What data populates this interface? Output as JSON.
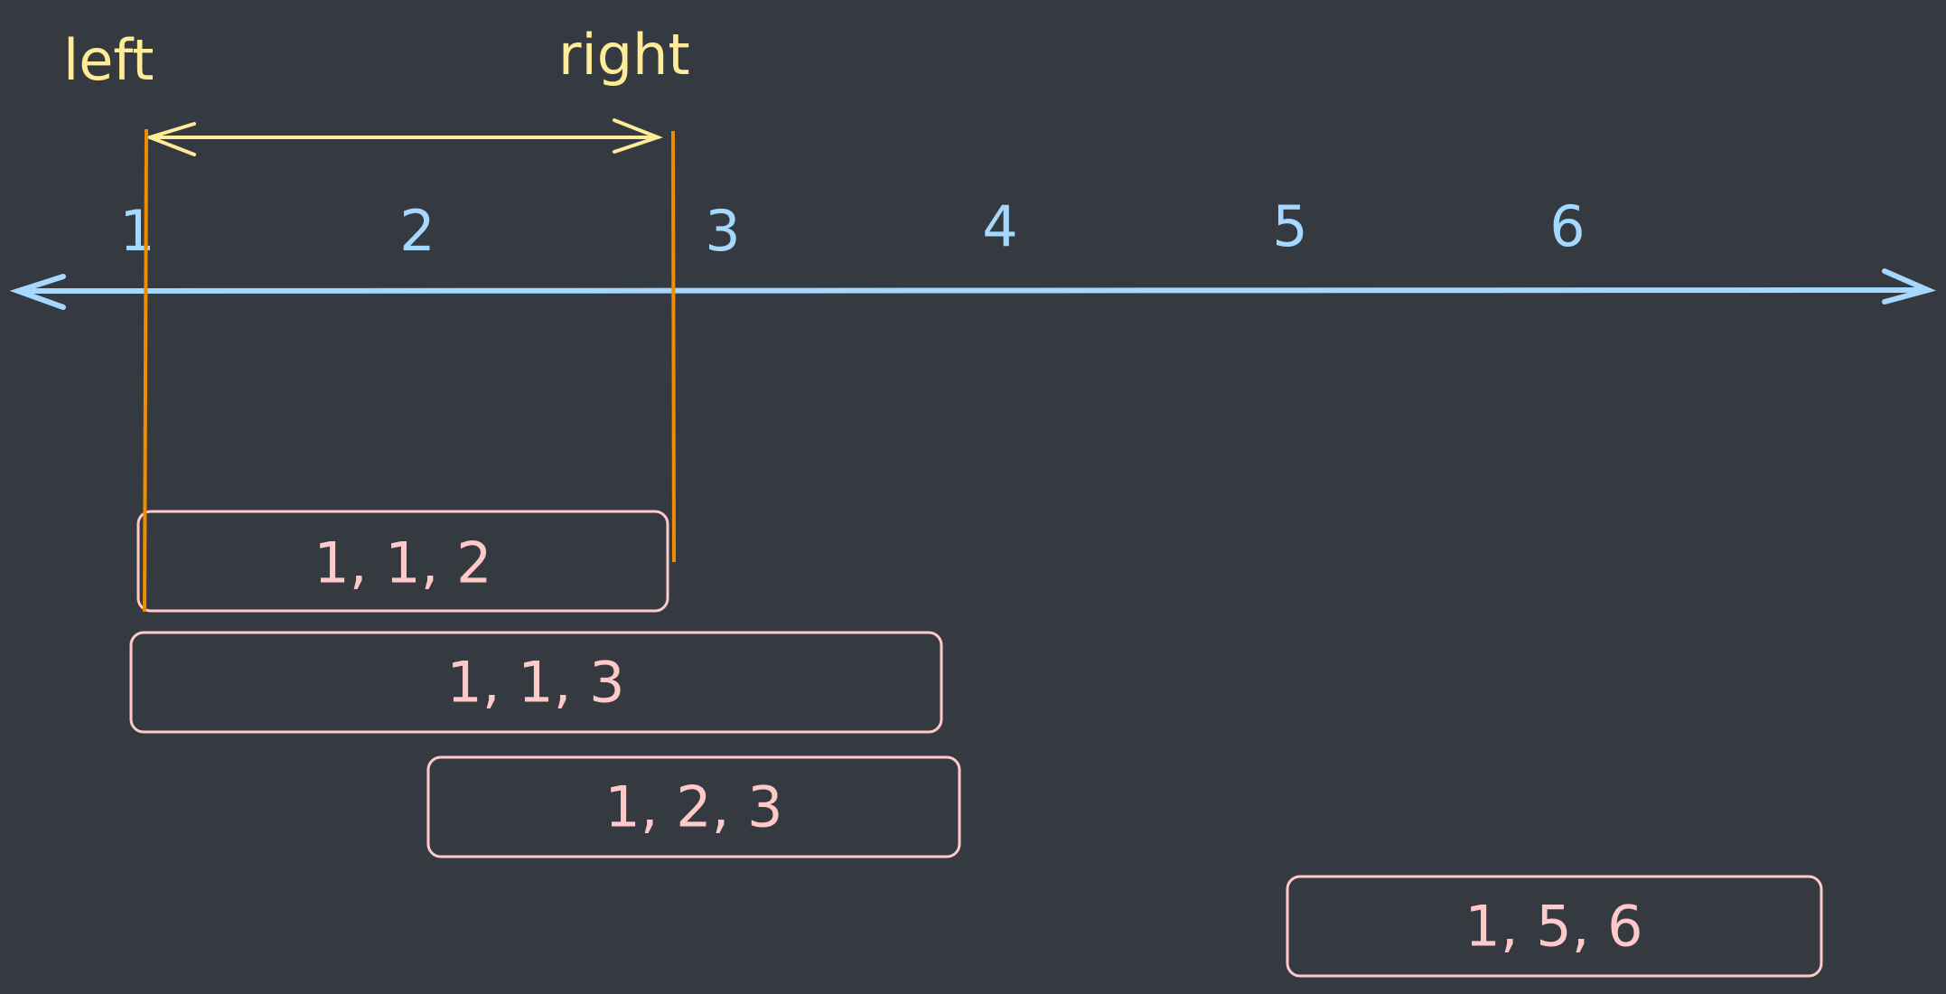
{
  "labels": {
    "left": "left",
    "right": "right"
  },
  "axis": {
    "ticks": [
      "1",
      "2",
      "3",
      "4",
      "5",
      "6"
    ]
  },
  "intervals": [
    {
      "label": "1, 1, 2"
    },
    {
      "label": "1, 1, 3"
    },
    {
      "label": "1, 2, 3"
    },
    {
      "label": "1, 5, 6"
    }
  ],
  "colors": {
    "background": "#353940",
    "axis": "#a5d8ff",
    "pointer_labels": "#ffec99",
    "window_lines": "#f08c00",
    "intervals": "#ffc9c9"
  }
}
